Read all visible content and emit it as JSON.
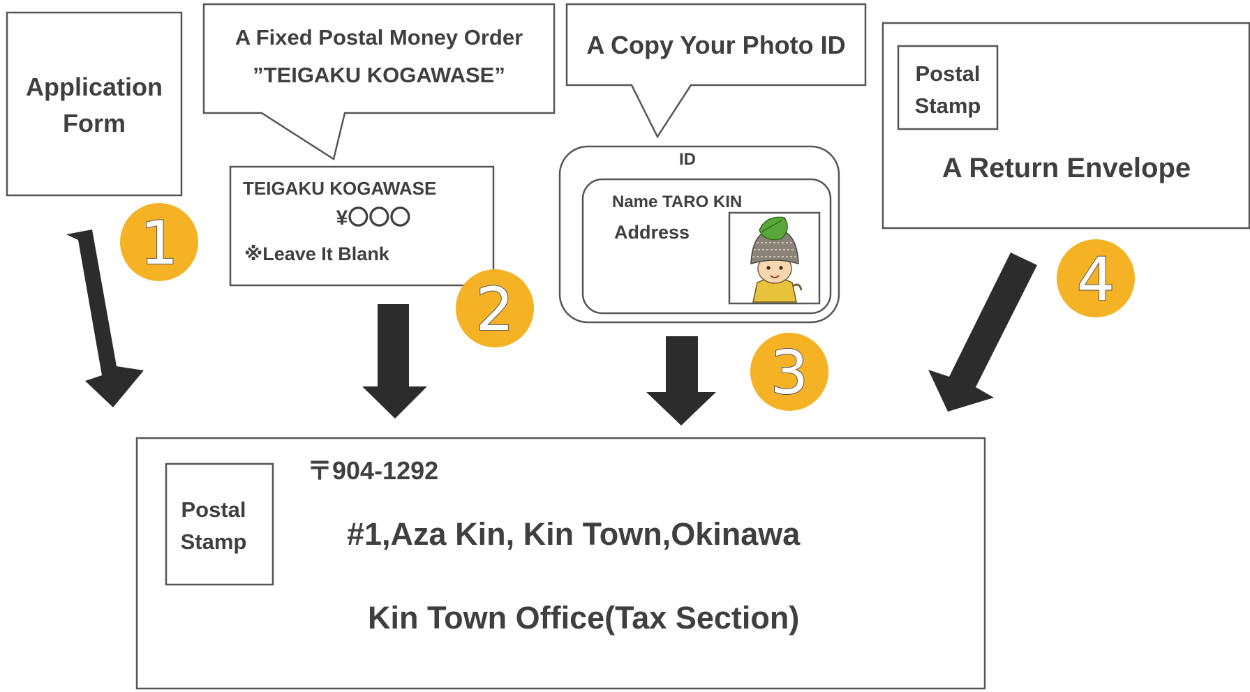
{
  "step1": {
    "badge": "1",
    "label_line1": "Application",
    "label_line2": "Form"
  },
  "step2": {
    "badge": "2",
    "callout_line1": "A Fixed Postal Money Order",
    "callout_line2": "”TEIGAKU KOGAWASE”",
    "card_title": "TEIGAKU KOGAWASE",
    "card_amount": "¥〇〇〇",
    "card_note": "※Leave It Blank"
  },
  "step3": {
    "badge": "3",
    "callout": "A Copy Your Photo ID",
    "id_header": "ID",
    "id_name": "Name TARO KIN",
    "id_address": "Address"
  },
  "step4": {
    "badge": "4",
    "stamp_line1": "Postal",
    "stamp_line2": "Stamp",
    "label": "A Return Envelope"
  },
  "envelope": {
    "stamp_line1": "Postal",
    "stamp_line2": "Stamp",
    "postal_code": "〒904-1292",
    "address": "#1,Aza Kin, Kin Town,Okinawa",
    "recipient": "Kin Town Office(Tax Section)"
  },
  "colors": {
    "badge_fill": "#f5b224",
    "arrow": "#2c2c2c",
    "border": "#555555",
    "text": "#3f3f3f",
    "mascot_leaf": "#5aa83a",
    "mascot_hat": "#8a8378"
  },
  "icons": {
    "mascot": "mascot-photo-icon",
    "arrow": "down-arrow-icon"
  }
}
